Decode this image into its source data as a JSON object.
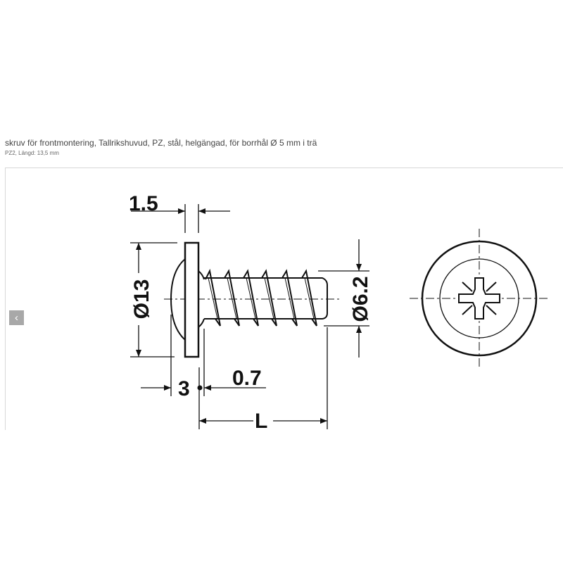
{
  "product": {
    "title": "skruv för frontmontering, Tallrikshuvud, PZ, stål, helgängad, för borrhål Ø 5 mm i trä",
    "subtitle": "PZ2, Längd: 13,5 mm"
  },
  "gallery": {
    "prev_icon": "chevron-left-icon",
    "prev_glyph": "‹"
  },
  "drawing": {
    "dim_head_thickness": "1.5",
    "dim_head_diameter": "Ø13",
    "dim_thread_diameter": "Ø6.2",
    "dim_dome_height": "3",
    "dim_offset": "0.7",
    "dim_length": "L"
  }
}
